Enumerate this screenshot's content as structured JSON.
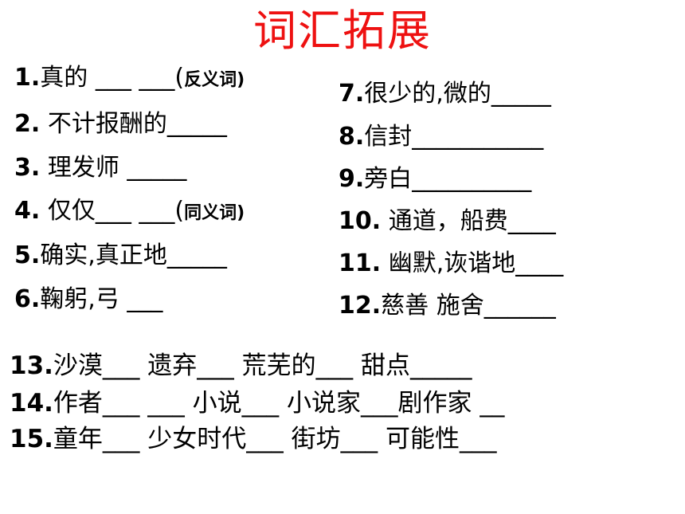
{
  "title": "词汇拓展",
  "left_items": [
    {
      "num": "1.",
      "text": "真的 ___ ___(",
      "note": "反义词)"
    },
    {
      "num": "2.",
      "text": " 不计报酬的_____",
      "note": ""
    },
    {
      "num": "3.",
      "text": " 理发师  _____",
      "note": ""
    },
    {
      "num": "4.",
      "text": " 仅仅___  ___(",
      "note": "同义词)"
    },
    {
      "num": "5.",
      "text": "确实,真正地_____",
      "note": ""
    },
    {
      "num": "6.",
      "text": "鞠躬,弓  ___",
      "note": ""
    }
  ],
  "right_items": [
    {
      "num": "7.",
      "text": "很少的,微的_____"
    },
    {
      "num": "8.",
      "text": "信封___________"
    },
    {
      "num": "9.",
      "text": "旁白__________"
    },
    {
      "num": "10.",
      "text": " 通道，船费____"
    },
    {
      "num": "11.",
      "text": " 幽默,诙谐地____"
    },
    {
      "num": "12.",
      "text": "慈善 施舍______"
    }
  ],
  "bottom_rows": [
    {
      "num": "13.",
      "text": "沙漠___ 遗弃___ 荒芜的___ 甜点_____"
    },
    {
      "num": "14.",
      "text": "作者___  ___ 小说___ 小说家___剧作家 __"
    },
    {
      "num": "15.",
      "text": "童年___  少女时代___  街坊___ 可能性___"
    }
  ]
}
